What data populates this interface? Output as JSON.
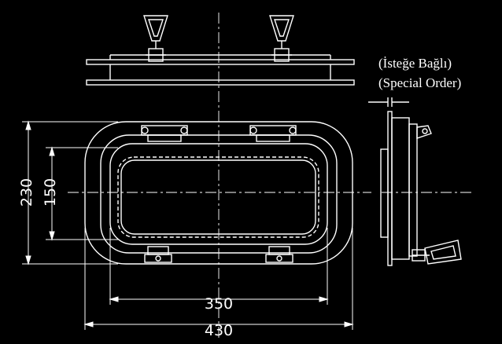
{
  "notes": {
    "optional_tr": "(İsteğe Bağlı)",
    "optional_en": "(Special Order)"
  },
  "dimensions": {
    "outer_width": "430",
    "inner_width": "350",
    "outer_height": "230",
    "inner_height": "150"
  },
  "colors": {
    "background": "#000000",
    "line": "#ffffff"
  }
}
